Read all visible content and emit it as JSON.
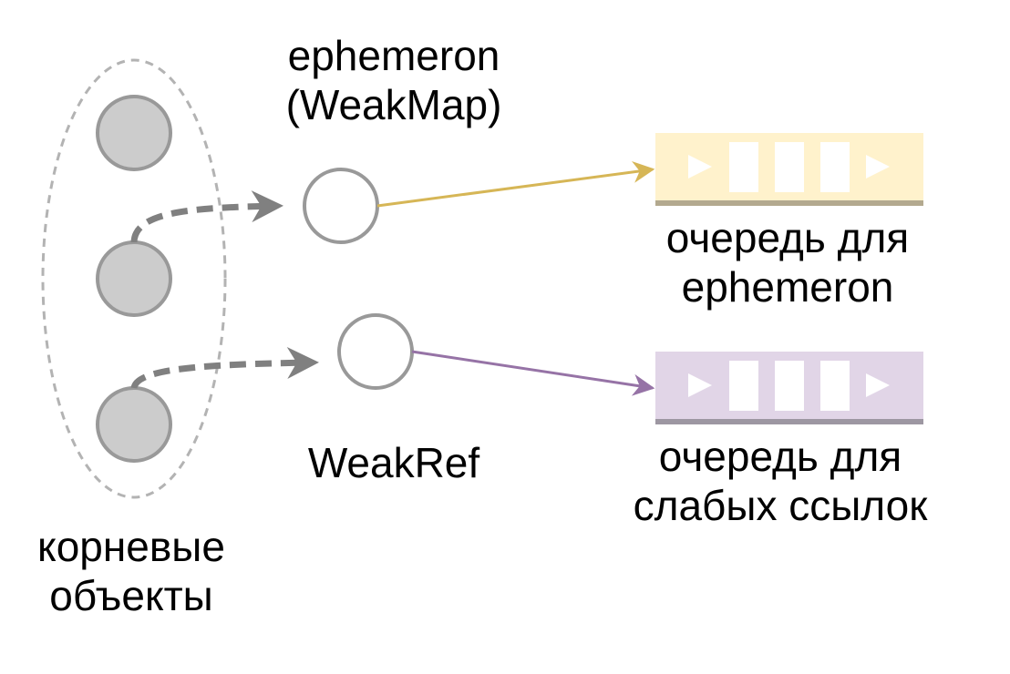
{
  "labels": {
    "roots": [
      "корневые",
      "объекты"
    ],
    "ephemeron": [
      "ephemeron",
      "(WeakMap)"
    ],
    "weakref": "WeakRef",
    "queue_ephemeron": [
      "очередь для",
      "ephemeron"
    ],
    "queue_weak": [
      "очередь для",
      "слабых ссылок"
    ]
  },
  "colors": {
    "root_fill": "#cccccc",
    "node_stroke": "#999999",
    "dashed_arrow": "#808080",
    "ephemeron_arrow": "#d6b656",
    "weakref_arrow": "#9673a6",
    "ephemeron_queue_fill": "#fff2cc",
    "ephemeron_queue_base": "#b3a98f",
    "weak_queue_fill": "#e1d5e7",
    "weak_queue_base": "#9d97a2"
  },
  "icons": {
    "queue_marks": [
      "play-triangle-icon",
      "slot-bar",
      "slot-bar",
      "slot-bar",
      "play-triangle-icon"
    ]
  }
}
